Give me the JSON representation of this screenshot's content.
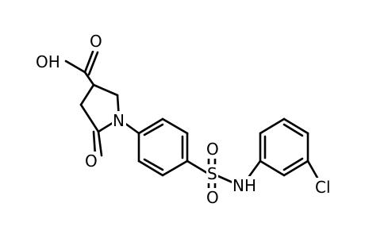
{
  "molecule": {
    "atoms": {
      "hydroxyl": "OH",
      "carbonyl_oxygen_acid": "O",
      "ring_nitrogen": "N",
      "lactam_oxygen": "O",
      "sulfur": "S",
      "sulfonyl_oxygen_top": "O",
      "sulfonyl_oxygen_bottom": "O",
      "amide_nh": "NH",
      "chlorine": "Cl"
    }
  }
}
